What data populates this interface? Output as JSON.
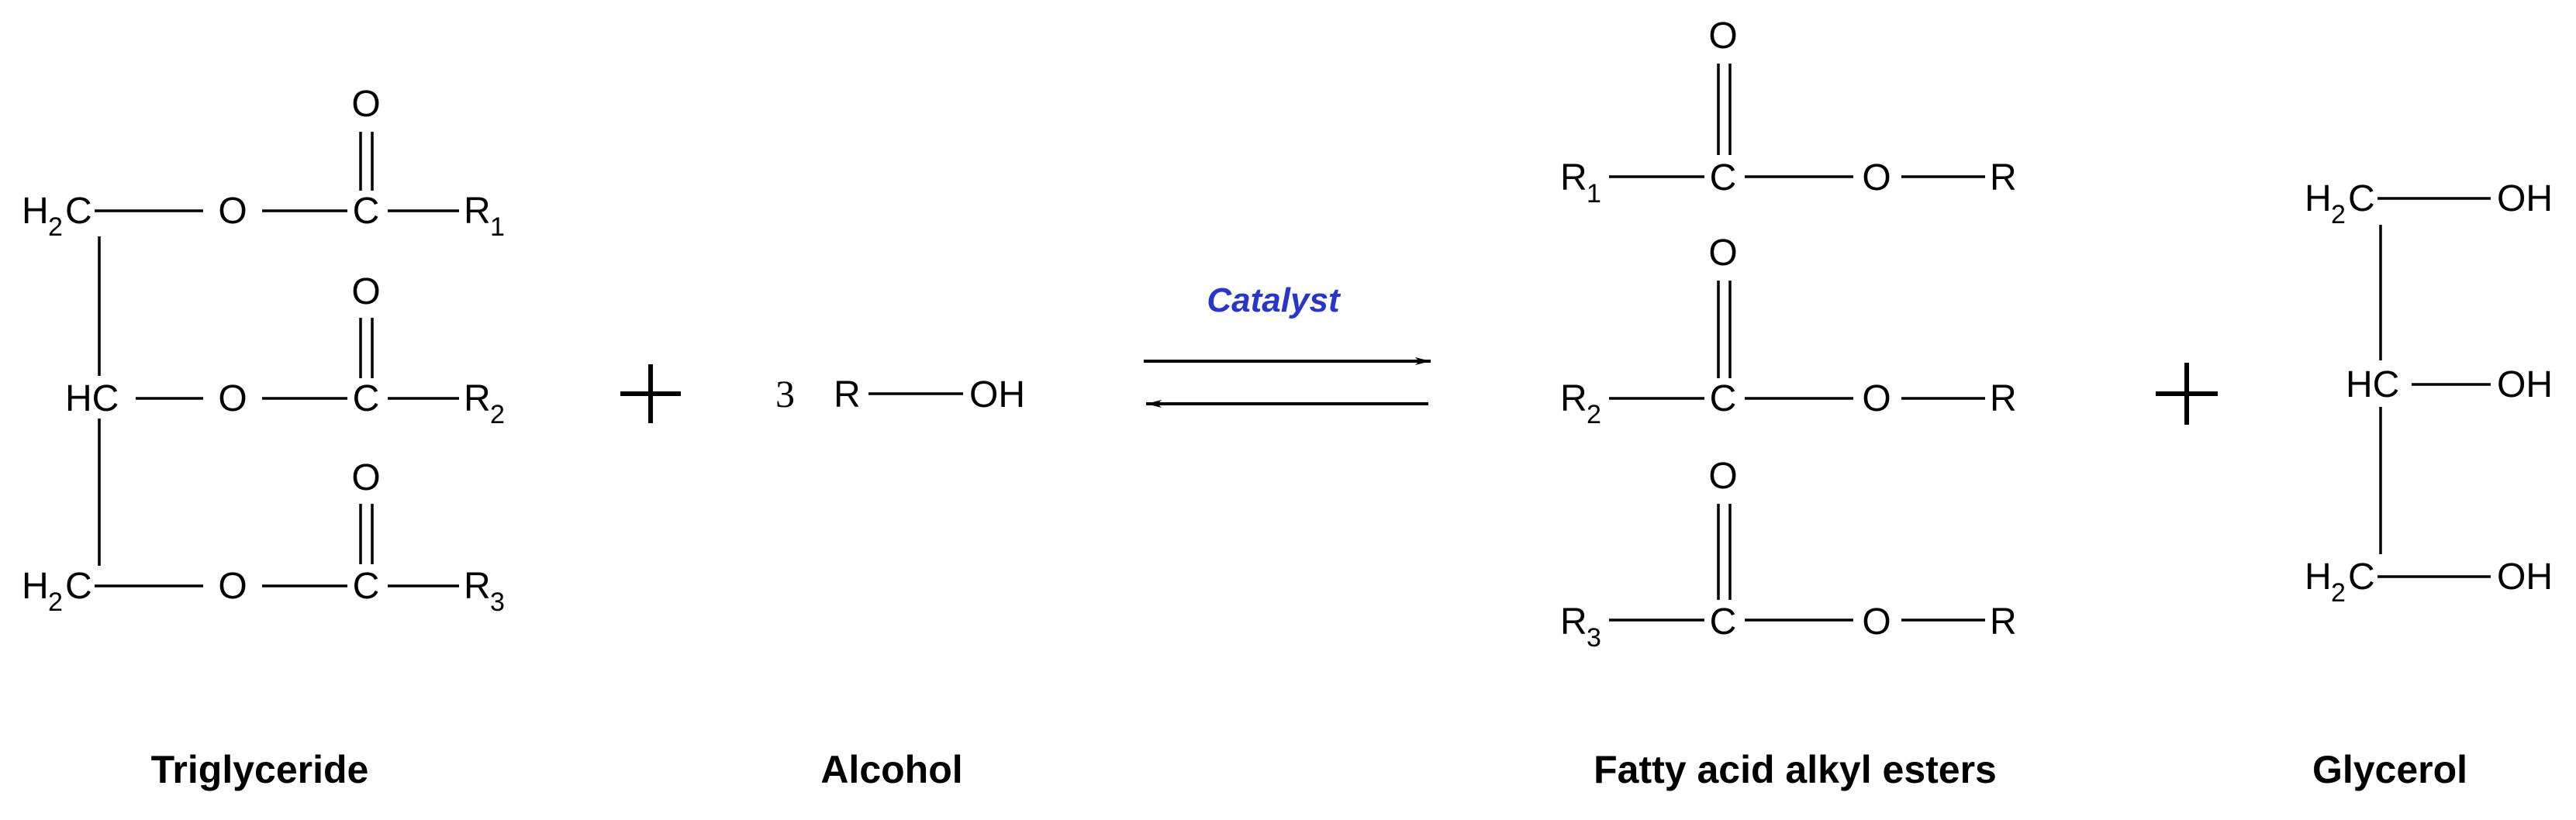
{
  "colors": {
    "ink": "#000000",
    "catalyst": "#2a36c8",
    "background": "#ffffff"
  },
  "atoms": {
    "H": "H",
    "C": "C",
    "O": "O",
    "R": "R",
    "OH": "OH",
    "HC": "HC",
    "sub1": "1",
    "sub2": "2",
    "sub3": "3"
  },
  "reaction": {
    "coefficient": "3",
    "catalyst": "Catalyst",
    "plus_sign": "+"
  },
  "labels": {
    "triglyceride": "Triglyceride",
    "alcohol": "Alcohol",
    "esters": "Fatty acid alkyl esters",
    "glycerol": "Glycerol"
  }
}
